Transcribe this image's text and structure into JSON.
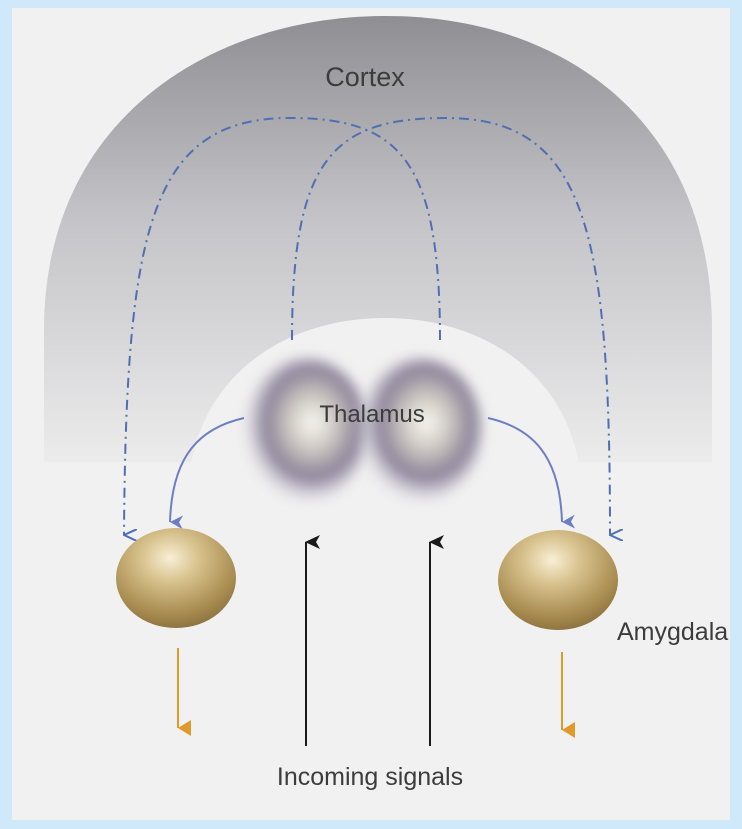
{
  "labels": {
    "cortex": "Cortex",
    "thalamus": "Thalamus",
    "amygdala": "Amygdala",
    "incoming": "Incoming signals"
  },
  "colors": {
    "frame": "#cfe9fb",
    "panel": "#f1f1f1",
    "cortex_top": "#9a9a9e",
    "cortex_bottom": "#ececec",
    "thalamus_outer": "#8a8098",
    "thalamus_inner": "#f6f4ee",
    "amygdala": "#b59a5c",
    "amygdala_highlight": "#f8efd6",
    "cortical_path": "#4f6fb3",
    "direct_path": "#6d7fc3",
    "incoming_arrow": "#1a1a1a",
    "output_arrow": "#e09a2a",
    "text": "#3c3c3c"
  }
}
